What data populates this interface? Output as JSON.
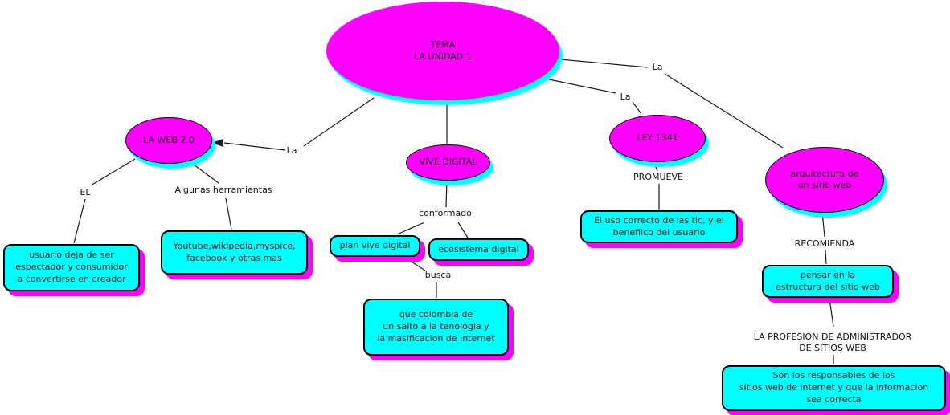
{
  "title": "TEMA LA UNIDAD 1 concept map",
  "colors": {
    "background": "#ffffff",
    "node_fill": "#ff00ff",
    "node_shadow": "#00ffff",
    "box_fill": "#00ffff",
    "box_shadow": "#ff00ff",
    "outline_color": "#000000",
    "line_color": "#1a1a1a",
    "text_color": "#111111"
  },
  "nodes": {
    "tema": {
      "label": "TEMA\nLA UNIDAD 1"
    },
    "la_web": {
      "label": "LA WEB 2.0"
    },
    "vive_digital": {
      "label": "VIVE DIGITAL"
    },
    "ley_1341": {
      "label": "LEY 1341"
    },
    "arquitectura": {
      "label": "arquitectura de\nun sitio web"
    }
  },
  "boxes": {
    "usuario": {
      "label": "usuario deja de ser\nespectador y consumidor\na convertirse en creador"
    },
    "herramientas": {
      "label": "Youtube,wikipedia,myspice,\nfacebook y otras mas"
    },
    "plan": {
      "label": "plan vive digital"
    },
    "ecosistema": {
      "label": "ecosistema digital"
    },
    "colombia": {
      "label": "que colombia de\nun salto a la tenologia y\nla masificacion de internet"
    },
    "uso_correcto": {
      "label": "El uso correcto de las tlc, y el\nbenefiico del usuario"
    },
    "pensar": {
      "label": "pensar en la\nestructura del sitio web"
    },
    "responsables": {
      "label": "Son los responsables de los\nsitios web de internet y que la informacion\nsea correcta"
    }
  },
  "edge_labels": {
    "la_web_phrase": "La",
    "el": "EL",
    "algunas_herramientas": "Algunas herramientas",
    "conformado": "conformado",
    "busca": "busca",
    "la_ley": "La",
    "promueve": "PROMUEVE",
    "la_arquitectura": "La",
    "recomienda": "RECOMIENDA",
    "profesion": "LA PROFESION DE ADMINISTRADOR\nDE SITIOS WEB"
  }
}
